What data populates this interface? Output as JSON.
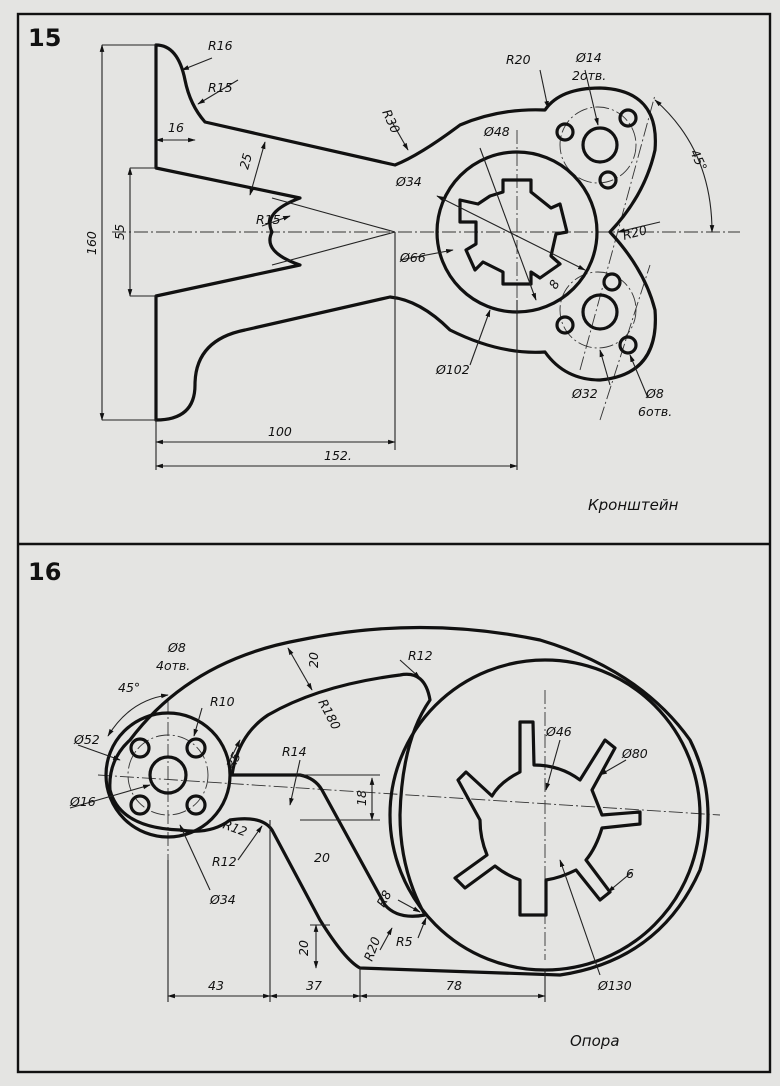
{
  "panels": [
    {
      "number": "15",
      "caption": "Кронштейн",
      "dims": {
        "r16": "R16",
        "r15a": "R15",
        "r15b": "R15",
        "r20a": "R20",
        "r20b": "R20",
        "r30": "R30",
        "d48": "Ø48",
        "d34": "Ø34",
        "d66": "Ø66",
        "d102": "Ø102",
        "d32": "Ø32",
        "d14": "Ø14",
        "d14_note": "2отв.",
        "d8": "Ø8",
        "d8_note": "6отв.",
        "ang": "45°",
        "w8": "8",
        "v16": "16",
        "v25": "25",
        "v55": "55",
        "v160": "160",
        "h100": "100",
        "h152": "152."
      }
    },
    {
      "number": "16",
      "caption": "Опора",
      "dims": {
        "d8": "Ø8",
        "d8_note": "4отв.",
        "ang": "45°",
        "r10": "R10",
        "r5a": "R5",
        "r5b": "R5",
        "r12a": "R12",
        "r12b": "R12",
        "r12c": "R12",
        "r14": "R14",
        "r180": "R180",
        "r8": "R8",
        "r20": "R20",
        "d52": "Ø52",
        "d16": "Ø16",
        "d34": "Ø34",
        "d46": "Ø46",
        "d80": "Ø80",
        "d130": "Ø130",
        "v20a": "20",
        "v20b": "20",
        "v20c": "20",
        "v18": "18",
        "v6": "6",
        "h43": "43",
        "h37": "37",
        "h78": "78"
      }
    }
  ]
}
